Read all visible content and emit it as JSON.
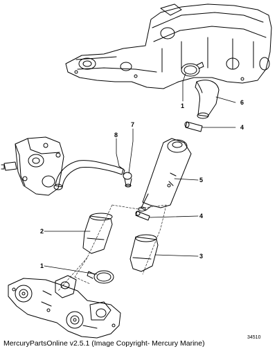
{
  "callouts": {
    "c1_top": "1",
    "c6": "6",
    "c4_top": "4",
    "c7": "7",
    "c8": "8",
    "c5": "5",
    "c4_bottom": "4",
    "c2": "2",
    "c3": "3",
    "c1_bottom": "1"
  },
  "figure_number": "34510",
  "caption": "MercuryPartsOnline v2.5.1 (Image Copyright- Mercury Marine)"
}
